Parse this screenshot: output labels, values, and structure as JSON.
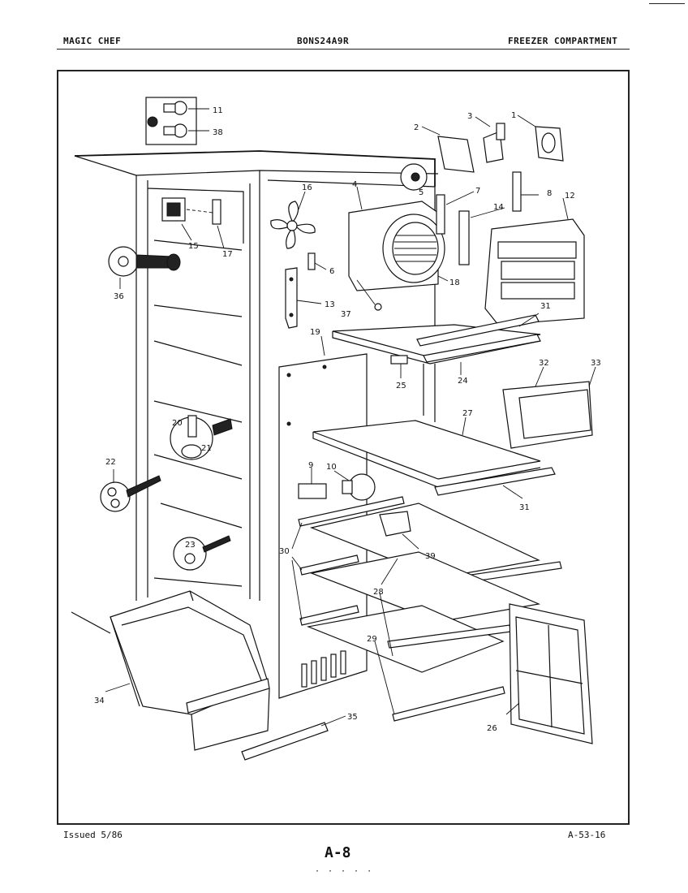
{
  "header": {
    "brand": "MAGIC CHEF",
    "model": "BONS24A9R",
    "section": "FREEZER COMPARTMENT"
  },
  "footer": {
    "issued": "Issued 5/86",
    "doc_code": "A-53-16",
    "page": "A-8"
  },
  "callouts": {
    "c1": "1",
    "c2": "2",
    "c3": "3",
    "c4": "4",
    "c5": "5",
    "c6": "6",
    "c7": "7",
    "c8": "8",
    "c9": "9",
    "c10": "10",
    "c11": "11",
    "c12": "12",
    "c13": "13",
    "c14": "14",
    "c15": "15",
    "c16": "16",
    "c17": "17",
    "c18": "18",
    "c19": "19",
    "c20": "20",
    "c21": "21",
    "c22": "22",
    "c23": "23",
    "c24": "24",
    "c25": "25",
    "c26": "26",
    "c27": "27",
    "c28": "28",
    "c29": "29",
    "c30": "30",
    "c31a": "31",
    "c31b": "31",
    "c32": "32",
    "c33": "33",
    "c34": "34",
    "c35": "35",
    "c36": "36",
    "c37": "37",
    "c38": "38",
    "c39": "39"
  }
}
